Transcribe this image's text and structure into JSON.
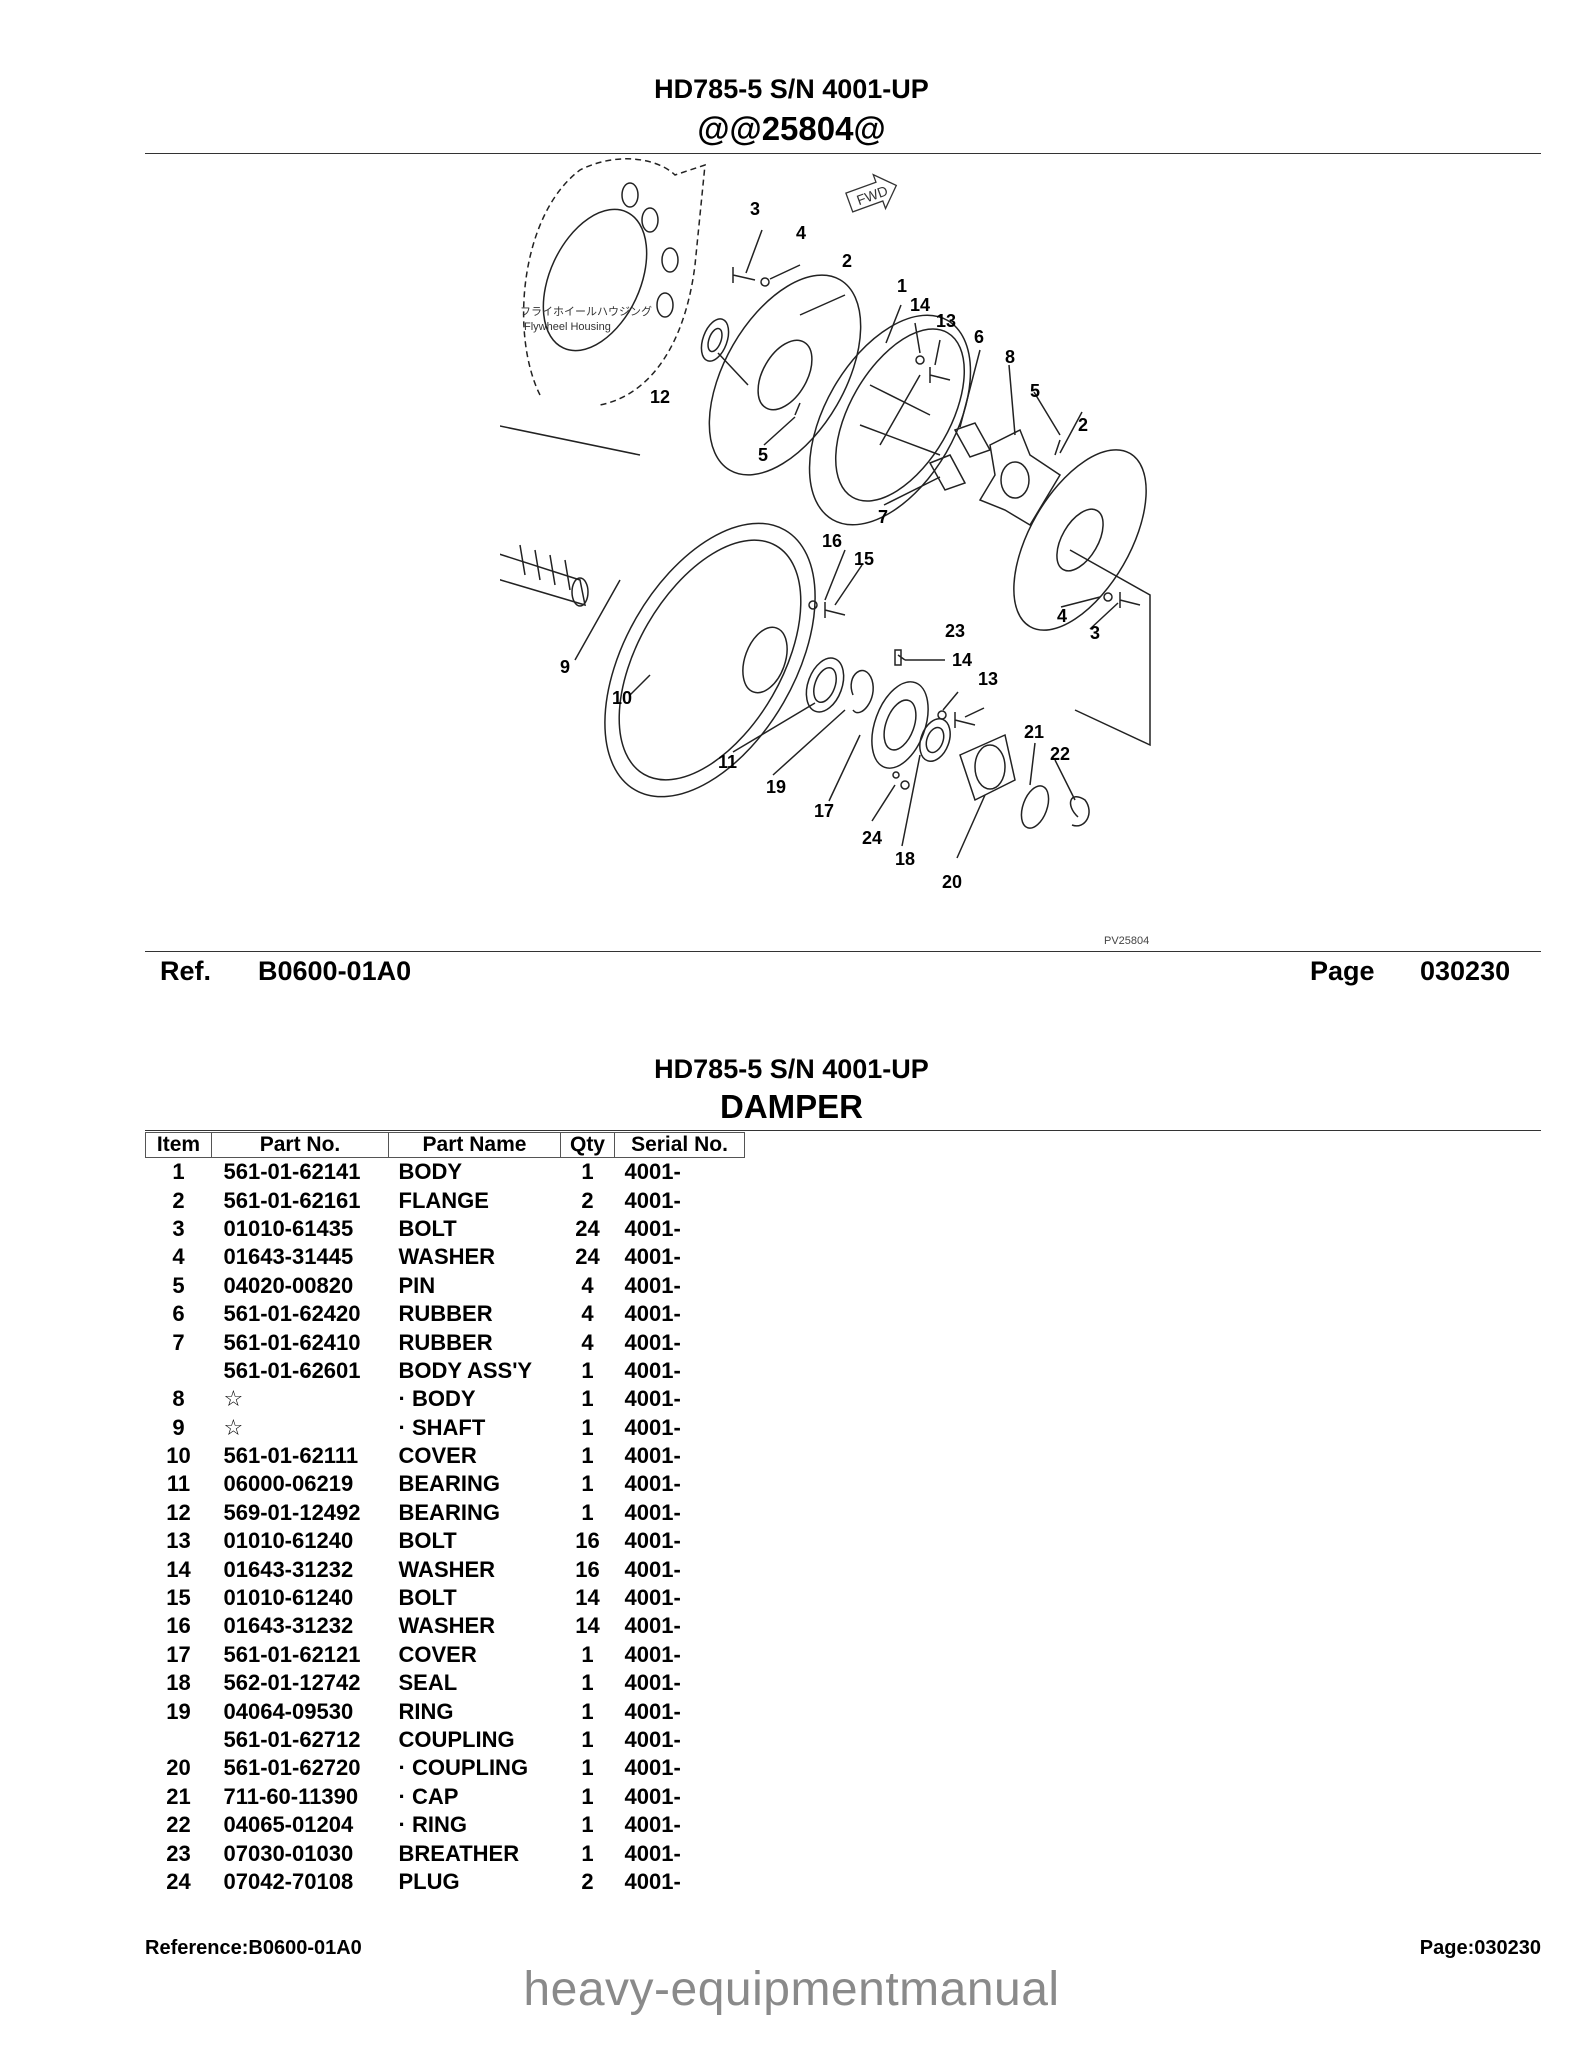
{
  "top_section": {
    "model_title": "HD785-5 S/N 4001-UP",
    "illustration_code": "@@25804@",
    "diagram": {
      "fwd_label": "FWD",
      "housing_label_jp": "フライホイールハウジング",
      "housing_label_en": "Flywheel Housing",
      "figure_id": "PV25804",
      "callouts": [
        "3",
        "4",
        "2",
        "1",
        "14",
        "13",
        "6",
        "8",
        "5",
        "2",
        "12",
        "5",
        "7",
        "16",
        "15",
        "4",
        "3",
        "9",
        "23",
        "14",
        "13",
        "10",
        "21",
        "22",
        "11",
        "19",
        "17",
        "24",
        "18",
        "20"
      ]
    },
    "ref_label": "Ref.",
    "ref_value": "B0600-01A0",
    "page_label": "Page",
    "page_value": "030230"
  },
  "bottom_section": {
    "model_title": "HD785-5 S/N 4001-UP",
    "section_title": "DAMPER",
    "table": {
      "headers": [
        "Item",
        "Part No.",
        "Part Name",
        "Qty",
        "Serial No."
      ],
      "rows": [
        [
          "1",
          "561-01-62141",
          "BODY",
          "1",
          "4001-"
        ],
        [
          "2",
          "561-01-62161",
          "FLANGE",
          "2",
          "4001-"
        ],
        [
          "3",
          "01010-61435",
          "BOLT",
          "24",
          "4001-"
        ],
        [
          "4",
          "01643-31445",
          "WASHER",
          "24",
          "4001-"
        ],
        [
          "5",
          "04020-00820",
          "PIN",
          "4",
          "4001-"
        ],
        [
          "6",
          "561-01-62420",
          "RUBBER",
          "4",
          "4001-"
        ],
        [
          "7",
          "561-01-62410",
          "RUBBER",
          "4",
          "4001-"
        ],
        [
          "",
          "561-01-62601",
          "BODY ASS'Y",
          "1",
          "4001-"
        ],
        [
          "8",
          "☆",
          "· BODY",
          "1",
          "4001-"
        ],
        [
          "9",
          "☆",
          "· SHAFT",
          "1",
          "4001-"
        ],
        [
          "10",
          "561-01-62111",
          "COVER",
          "1",
          "4001-"
        ],
        [
          "11",
          "06000-06219",
          "BEARING",
          "1",
          "4001-"
        ],
        [
          "12",
          "569-01-12492",
          "BEARING",
          "1",
          "4001-"
        ],
        [
          "13",
          "01010-61240",
          "BOLT",
          "16",
          "4001-"
        ],
        [
          "14",
          "01643-31232",
          "WASHER",
          "16",
          "4001-"
        ],
        [
          "15",
          "01010-61240",
          "BOLT",
          "14",
          "4001-"
        ],
        [
          "16",
          "01643-31232",
          "WASHER",
          "14",
          "4001-"
        ],
        [
          "17",
          "561-01-62121",
          "COVER",
          "1",
          "4001-"
        ],
        [
          "18",
          "562-01-12742",
          "SEAL",
          "1",
          "4001-"
        ],
        [
          "19",
          "04064-09530",
          "RING",
          "1",
          "4001-"
        ],
        [
          "",
          "561-01-62712",
          "COUPLING",
          "1",
          "4001-"
        ],
        [
          "20",
          "561-01-62720",
          "· COUPLING",
          "1",
          "4001-"
        ],
        [
          "21",
          "711-60-11390",
          "· CAP",
          "1",
          "4001-"
        ],
        [
          "22",
          "04065-01204",
          "· RING",
          "1",
          "4001-"
        ],
        [
          "23",
          "07030-01030",
          "BREATHER",
          "1",
          "4001-"
        ],
        [
          "24",
          "07042-70108",
          "PLUG",
          "2",
          "4001-"
        ]
      ]
    }
  },
  "footer": {
    "reference": "Reference:B0600-01A0",
    "page": "Page:030230"
  },
  "watermark": "heavy-equipmentmanual"
}
